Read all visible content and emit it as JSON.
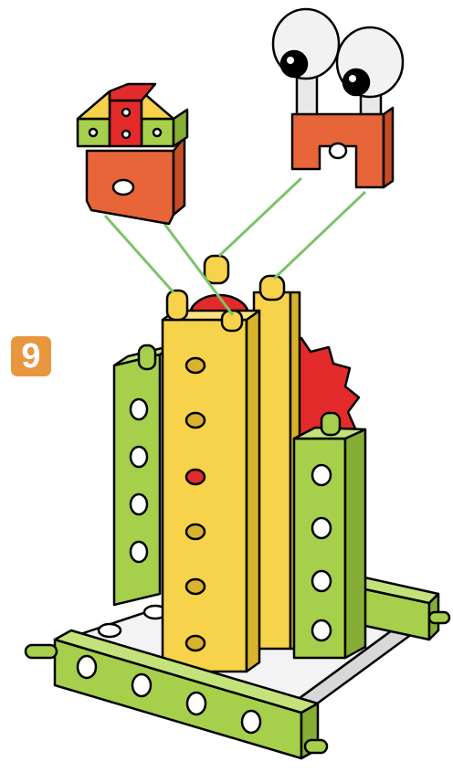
{
  "step": {
    "number": "9",
    "badge_color": "#e8973f"
  },
  "colors": {
    "yellow": "#f6d34a",
    "yellow_shade": "#d9b32c",
    "green": "#a6cf4c",
    "green_shade": "#86ad35",
    "red": "#e32b2b",
    "orange": "#e8653a",
    "white_plate": "#f3f3f3",
    "guide_line": "#7cc36b",
    "outline": "#000000"
  },
  "parts": {
    "head_block": "orange-bracket-with-yellow-green-red-cubes",
    "eyes": "googly-eyes-on-orange-bracket",
    "uprights": "yellow-perforated-beams",
    "side_beams": "green-perforated-beams",
    "gear": "red-gear",
    "base": "white-base-plate"
  }
}
